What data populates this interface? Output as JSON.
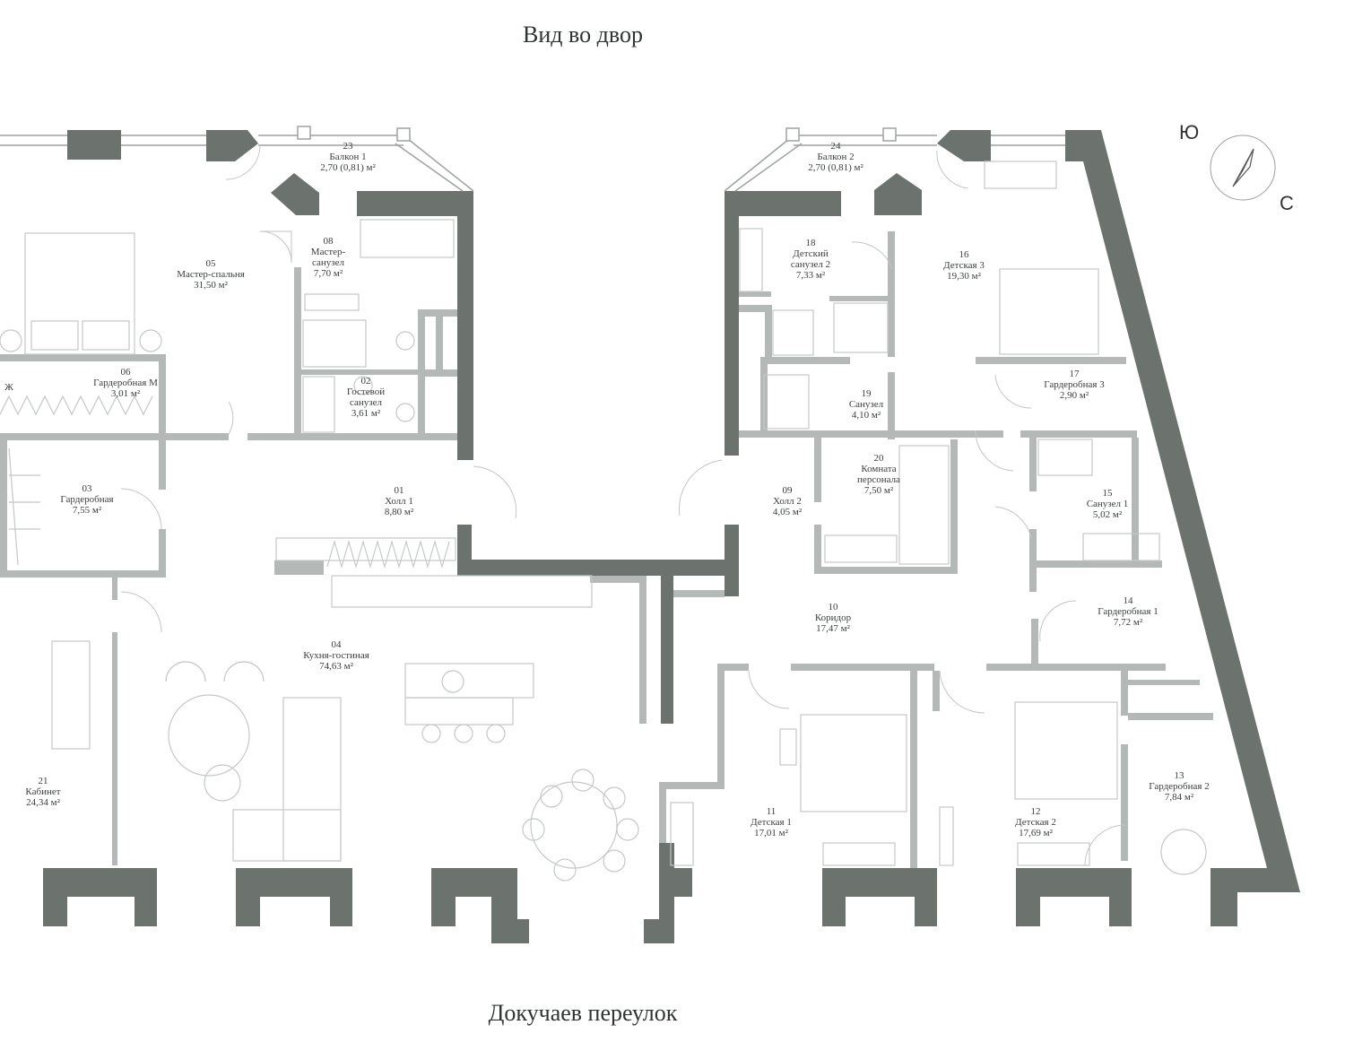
{
  "header": {
    "title": "Вид во двор"
  },
  "footer": {
    "street": "Докучаев переулок"
  },
  "compass": {
    "top_letter": "Ю",
    "bottom_letter": "С"
  },
  "rooms": [
    {
      "id": "r01",
      "num": "01",
      "name": [
        "Холл 1"
      ],
      "area": "8,80 м²"
    },
    {
      "id": "r02",
      "num": "02",
      "name": [
        "Гостевой",
        "санузел"
      ],
      "area": "3,61 м²"
    },
    {
      "id": "r03",
      "num": "03",
      "name": [
        "Гардеробная"
      ],
      "area": "7,55 м²"
    },
    {
      "id": "r04",
      "num": "04",
      "name": [
        "Кухня-гостиная"
      ],
      "area": "74,63 м²"
    },
    {
      "id": "r05",
      "num": "05",
      "name": [
        "Мастер-спальня"
      ],
      "area": "31,50 м²"
    },
    {
      "id": "r06",
      "num": "06",
      "name": [
        "Гардеробная М"
      ],
      "area": "3,01 м²"
    },
    {
      "id": "r08",
      "num": "08",
      "name": [
        "Мастер-",
        "санузел"
      ],
      "area": "7,70 м²"
    },
    {
      "id": "r09",
      "num": "09",
      "name": [
        "Холл 2"
      ],
      "area": "4,05 м²"
    },
    {
      "id": "r10",
      "num": "10",
      "name": [
        "Коридор"
      ],
      "area": "17,47 м²"
    },
    {
      "id": "r11",
      "num": "11",
      "name": [
        "Детская 1"
      ],
      "area": "17,01 м²"
    },
    {
      "id": "r12",
      "num": "12",
      "name": [
        "Детская 2"
      ],
      "area": "17,69 м²"
    },
    {
      "id": "r13",
      "num": "13",
      "name": [
        "Гардеробная 2"
      ],
      "area": "7,84 м²"
    },
    {
      "id": "r14",
      "num": "14",
      "name": [
        "Гардеробная 1"
      ],
      "area": "7,72 м²"
    },
    {
      "id": "r15",
      "num": "15",
      "name": [
        "Санузел 1"
      ],
      "area": "5,02 м²"
    },
    {
      "id": "r16",
      "num": "16",
      "name": [
        "Детская 3"
      ],
      "area": "19,30 м²"
    },
    {
      "id": "r17",
      "num": "17",
      "name": [
        "Гардеробная 3"
      ],
      "area": "2,90 м²"
    },
    {
      "id": "r18",
      "num": "18",
      "name": [
        "Детский",
        "санузел 2"
      ],
      "area": "7,33 м²"
    },
    {
      "id": "r19",
      "num": "19",
      "name": [
        "Санузел"
      ],
      "area": "4,10 м²"
    },
    {
      "id": "r20",
      "num": "20",
      "name": [
        "Комната",
        "персонала"
      ],
      "area": "7,50 м²"
    },
    {
      "id": "r21",
      "num": "21",
      "name": [
        "Кабинет"
      ],
      "area": "24,34 м²"
    },
    {
      "id": "r23",
      "num": "23",
      "name": [
        "Балкон 1"
      ],
      "area": "2,70 (0,81) м²"
    },
    {
      "id": "r24",
      "num": "24",
      "name": [
        "Балкон 2"
      ],
      "area": "2,70 (0,81) м²"
    }
  ],
  "partial_labels": {
    "cut_room": "Ж"
  }
}
